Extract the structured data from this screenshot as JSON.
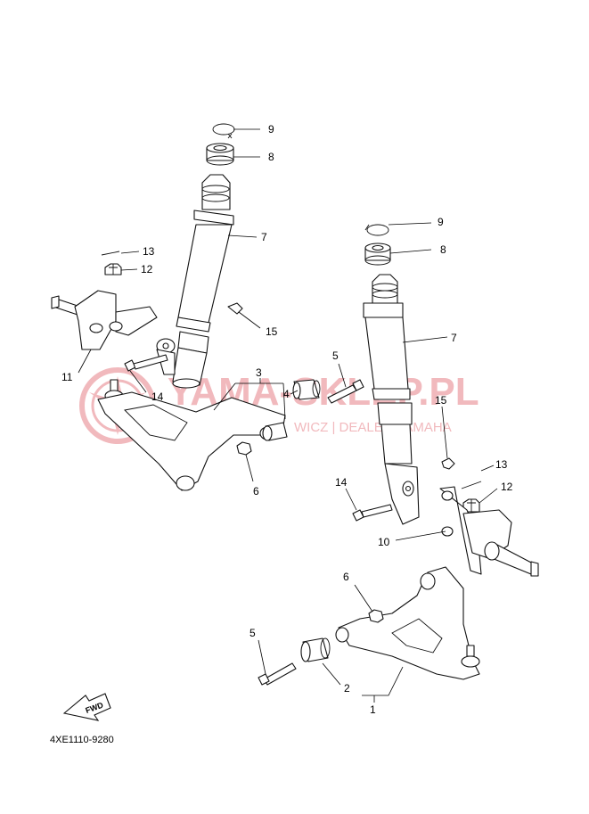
{
  "watermark": {
    "brand": "YAMA-SKLEP.PL",
    "subtitle": "WICZ | DEALER YAMAHA",
    "color": "#f1b9bd"
  },
  "diagram_code": "4XE1110-9280",
  "fwd_label": "FWD",
  "callouts": {
    "left": {
      "c9": "9",
      "c8": "8",
      "c7": "7",
      "c13": "13",
      "c12": "12",
      "c15": "15",
      "c11": "11",
      "c14": "14",
      "c3": "3",
      "c4": "4",
      "c6": "6"
    },
    "right": {
      "c9": "9",
      "c8": "8",
      "c7": "7",
      "c5": "5",
      "c15": "15",
      "c13": "13",
      "c12": "12",
      "c14": "14",
      "c10": "10",
      "c6": "6",
      "c5b": "5",
      "c2": "2",
      "c1": "1"
    }
  }
}
